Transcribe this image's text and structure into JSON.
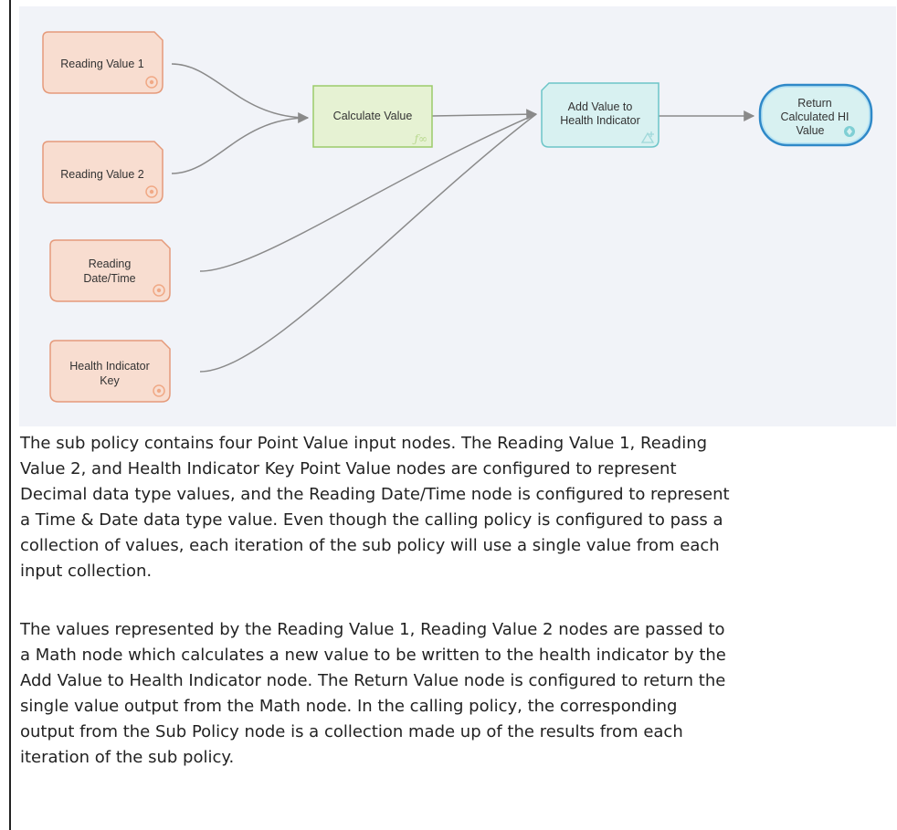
{
  "diagram": {
    "nodes": {
      "reading1": {
        "lines": [
          "Reading Value 1"
        ]
      },
      "reading2": {
        "lines": [
          "Reading Value 2"
        ]
      },
      "readingDate": {
        "lines": [
          "Reading",
          "Date/Time"
        ]
      },
      "hiKey": {
        "lines": [
          "Health Indicator",
          "Key"
        ]
      },
      "calc": {
        "lines": [
          "Calculate Value"
        ],
        "icon_glyph": "ƒ∞"
      },
      "addValue": {
        "lines": [
          "Add Value to",
          "Health Indicator"
        ]
      },
      "returnValue": {
        "lines": [
          "Return",
          "Calculated HI",
          "Value"
        ]
      }
    },
    "icons": {
      "input": "point-value-icon",
      "math": "math-function-icon",
      "action": "add-value-icon",
      "return": "return-icon"
    },
    "colors": {
      "input_fill": "#f8ddd0",
      "input_stroke": "#e59a7a",
      "calc_fill": "#e6f2d3",
      "calc_stroke": "#9ccb6a",
      "action_fill": "#d8f1f1",
      "action_stroke": "#6cc5c8",
      "return_fill": "#d8f1f1",
      "return_stroke": "#2f89c8",
      "connector": "#8a8a8a"
    }
  },
  "text": {
    "p1_lines": [
      "The sub policy contains four Point Value input nodes. The Reading Value 1, Reading",
      "Value 2, and Health Indicator Key Point Value nodes are configured to represent",
      "Decimal data type values, and the Reading Date/Time node is configured to represent",
      "a Time & Date data type value. Even though the calling policy is configured to pass a",
      "collection of values, each iteration of the sub policy will use a single value from each",
      "input collection."
    ],
    "p2_lines": [
      "The values represented by the Reading Value 1, Reading Value 2 nodes are passed to",
      "a Math node which calculates a new value to be written to the health indicator by the",
      "Add Value to Health Indicator node. The Return Value node is configured to return the",
      "single value output from the Math node. In the calling policy, the corresponding",
      "output from the Sub Policy node is a collection made up of the results from each",
      "iteration of the sub policy."
    ]
  }
}
